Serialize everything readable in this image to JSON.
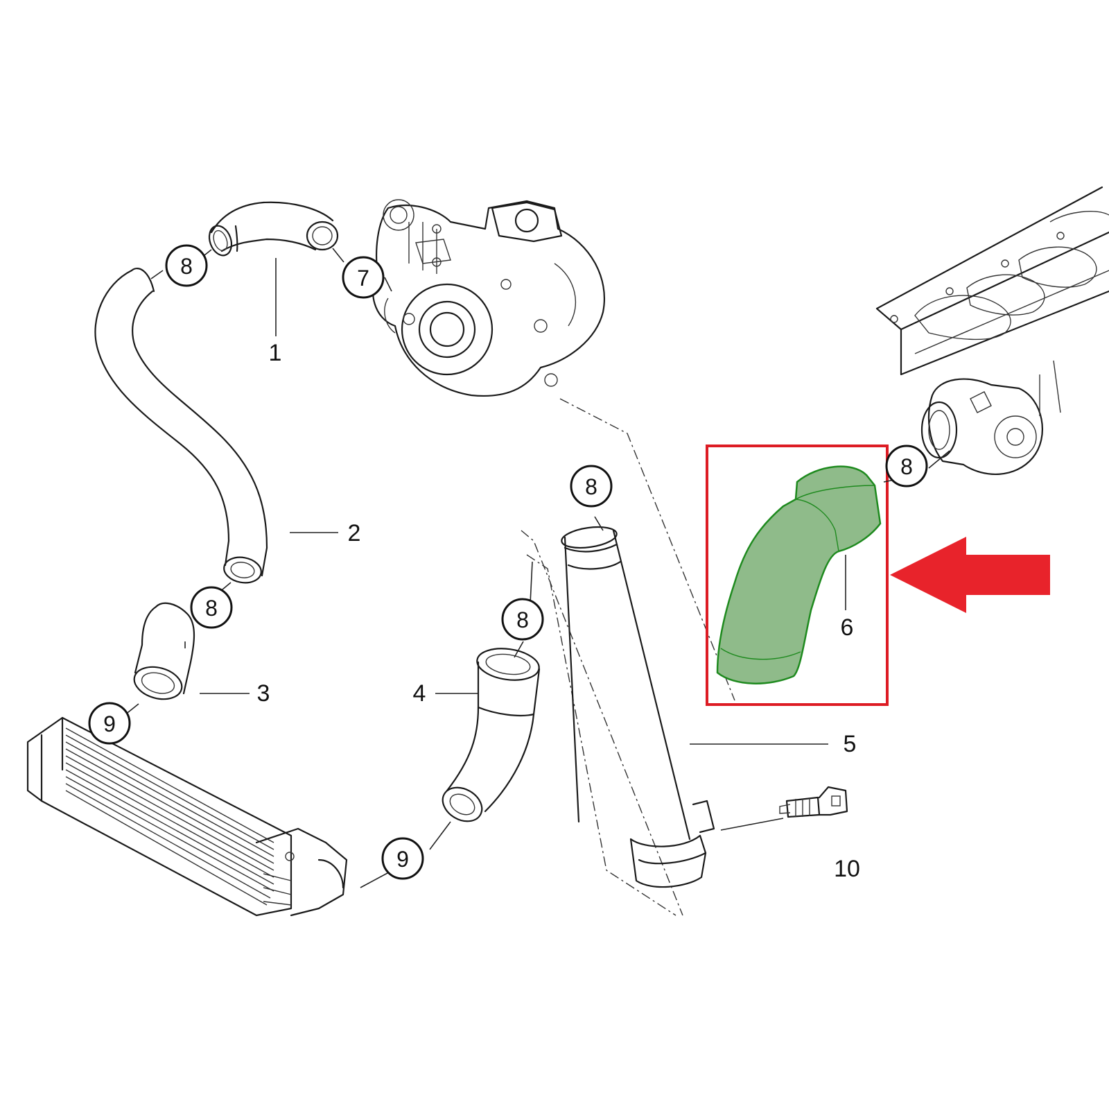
{
  "diagram": {
    "highlight_color": "#8fbb8a",
    "highlight_stroke": "#1e8a1e",
    "frame_color": "#dd1c24",
    "arrow_color": "#e8232b",
    "part_labels": [
      "1",
      "2",
      "3",
      "4",
      "5",
      "6",
      "10"
    ],
    "bubble_labels": {
      "b8a": "8",
      "b7": "7",
      "b8b": "8",
      "b8c": "8",
      "b8d": "8",
      "b8e": "8",
      "b9a": "9",
      "b9b": "9"
    },
    "highlighted_part": "6"
  }
}
